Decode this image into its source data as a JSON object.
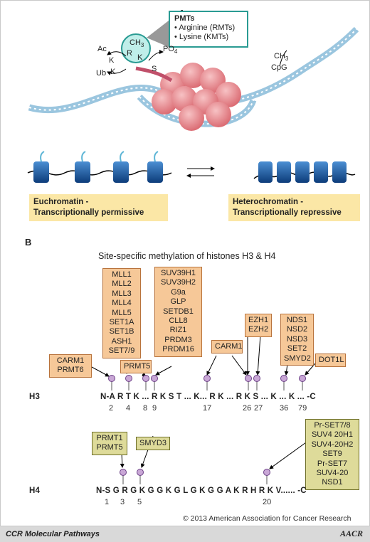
{
  "panel_a": {
    "label": "A",
    "callout": {
      "title": "PMTs",
      "items": [
        "Arginine (RMTs)",
        "Lysine (KMTs)"
      ]
    },
    "tail_labels": {
      "ch3": "CH",
      "ch3_sub": "3",
      "r": "R",
      "k": "K",
      "s": "S",
      "po4": "PO",
      "po4_sub": "4",
      "ac": "Ac",
      "ub": "Ub",
      "k1": "K",
      "k2": "K"
    },
    "dna_labels": {
      "ch3": "CH",
      "ch3_sub": "3",
      "cpg": "CpG"
    },
    "euchromatin": "Euchromatin -\nTranscriptionally permissive",
    "heterochromatin": "Heterochromatin -\nTranscriptionally repressive"
  },
  "panel_b": {
    "label": "B",
    "title": "Site-specific methylation of histones H3 & H4",
    "h3": {
      "name": "H3",
      "sequence": "N-A R T K ... R K S T ... K... R K ... R K S ... K ... K ... -C",
      "residues": [
        {
          "pos": "2"
        },
        {
          "pos": "4"
        },
        {
          "pos": "8"
        },
        {
          "pos": "9"
        },
        {
          "pos": "17"
        },
        {
          "pos": "26"
        },
        {
          "pos": "27"
        },
        {
          "pos": "36"
        },
        {
          "pos": "79"
        }
      ],
      "boxes": [
        {
          "lines": [
            "CARM1",
            "PRMT6"
          ]
        },
        {
          "lines": [
            "MLL1",
            "MLL2",
            "MLL3",
            "MLL4",
            "MLL5",
            "SET1A",
            "SET1B",
            "ASH1",
            "SET7/9"
          ]
        },
        {
          "lines": [
            "PRMT5"
          ]
        },
        {
          "lines": [
            "SUV39H1",
            "SUV39H2",
            "G9a",
            "GLP",
            "SETDB1",
            "CLL8",
            "RIZ1",
            "PRDM3",
            "PRDM16"
          ]
        },
        {
          "lines": [
            "CARM1"
          ]
        },
        {
          "lines": [
            "EZH1",
            "EZH2"
          ]
        },
        {
          "lines": [
            "NDS1",
            "NSD2",
            "NSD3",
            "SET2",
            "SMYD2"
          ]
        },
        {
          "lines": [
            "DOT1L"
          ]
        }
      ]
    },
    "h4": {
      "name": "H4",
      "sequence": "N-S G R G K G G K G L G K G G A K R H R K V...... -C",
      "residues": [
        {
          "pos": "1"
        },
        {
          "pos": "3"
        },
        {
          "pos": "5"
        },
        {
          "pos": "20"
        }
      ],
      "boxes": [
        {
          "lines": [
            "PRMT1",
            "PRMT5"
          ]
        },
        {
          "lines": [
            "SMYD3"
          ]
        },
        {
          "lines": [
            "Pr-SET7/8",
            "SUV4 20H1",
            "SUV4-20H2",
            "SET9",
            "Pr-SET7",
            "SUV4-20",
            "NSD1"
          ]
        }
      ]
    },
    "copyright": "© 2013 American Association for Cancer Research"
  },
  "footer": {
    "journal": "CCR Molecular Pathways",
    "logo": "AACR"
  },
  "colors": {
    "orange_box": "#f6c898",
    "green_box": "#dedb9a",
    "state_box": "#fbe7a6",
    "pin": "#c9a7d6",
    "histone": "#e88a8f"
  }
}
